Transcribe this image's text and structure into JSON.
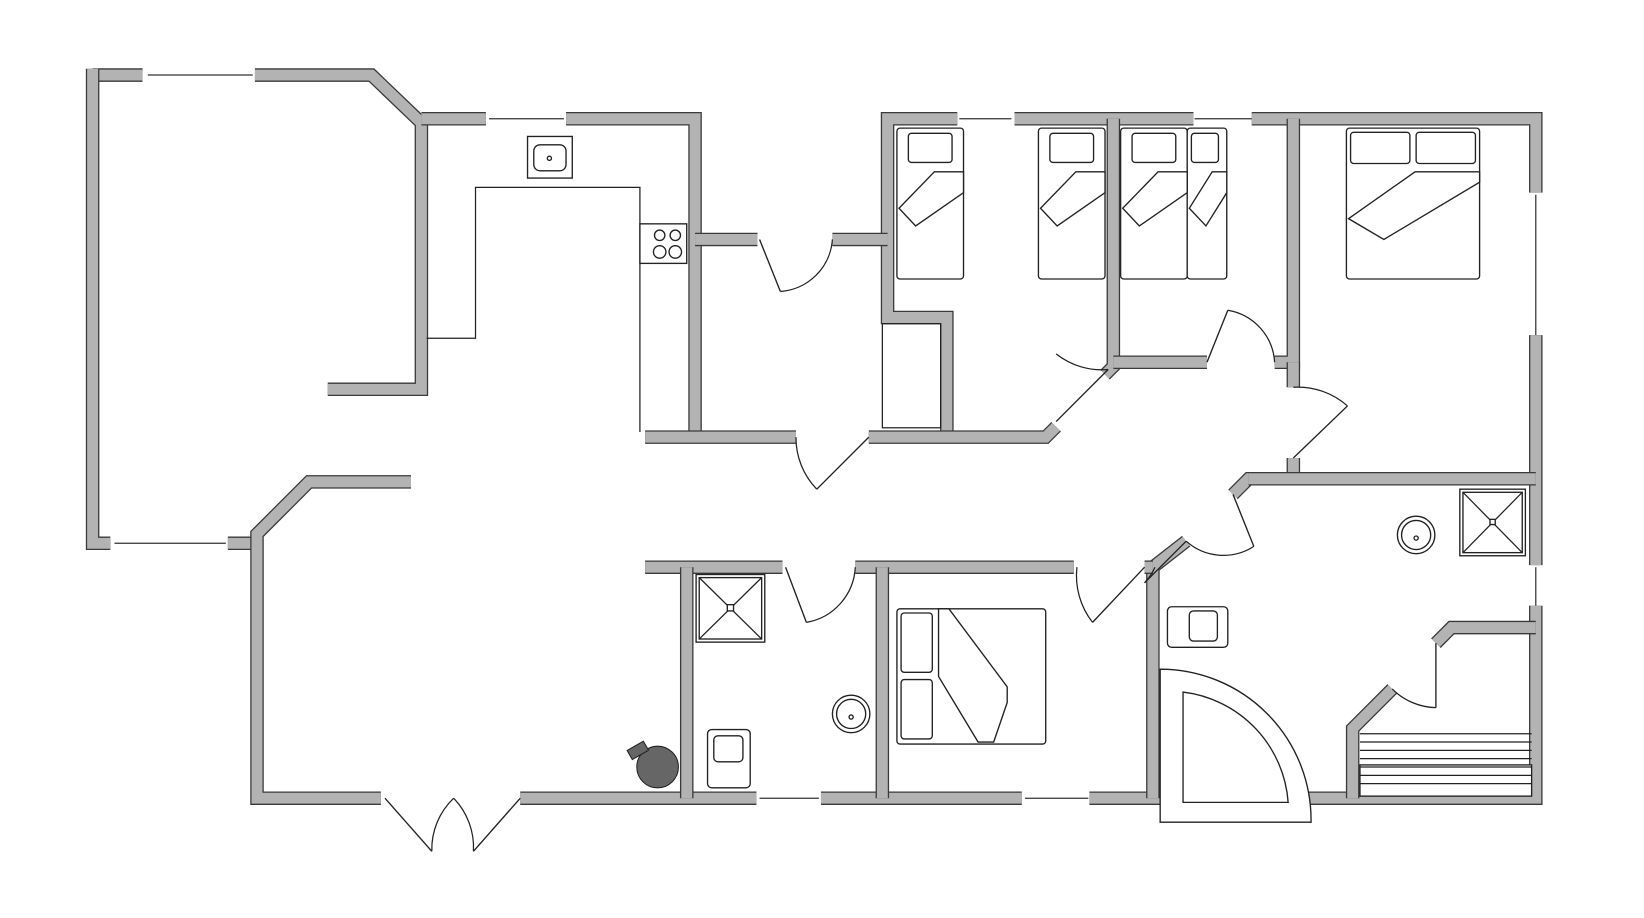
{
  "plan": {
    "type": "floor-plan",
    "colors": {
      "wall": "#b3b3b3",
      "wall_outline": "#3a3a3a",
      "background": "#ffffff",
      "stove": "#666666"
    },
    "rooms": [
      "living-room",
      "kitchen",
      "hallway",
      "bedroom-1",
      "bedroom-2",
      "bedroom-3",
      "bedroom-4",
      "bathroom-1",
      "bathroom-2",
      "sauna",
      "utility"
    ]
  }
}
